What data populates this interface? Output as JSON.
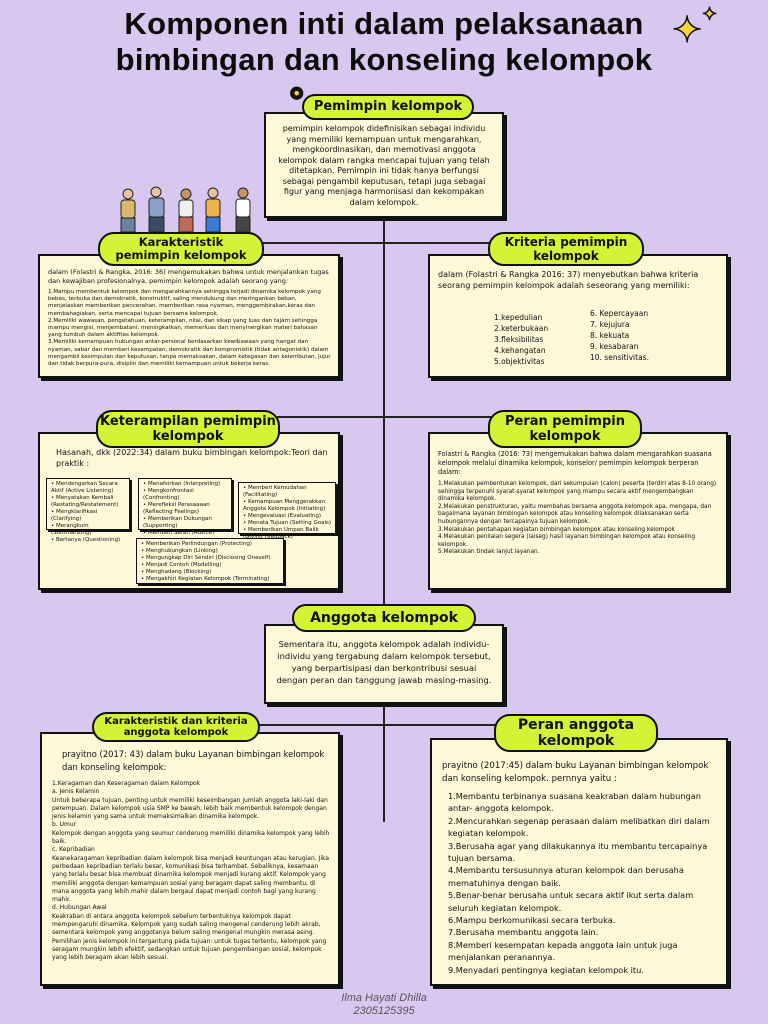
{
  "title_line1": "Komponen inti dalam pelaksanaan",
  "title_line2": "bimbingan dan konseling kelompok",
  "pemimpin": {
    "label": "Pemimpin kelompok",
    "text": "pemimpin kelompok didefinisikan sebagai individu yang memiliki kemampuan untuk mengarahkan, mengkoordinasikan, dan memotivasi anggota kelompok dalam rangka mencapai tujuan yang telah ditetapkan. Pemimpin ini tidak hanya berfungsi sebagai pengambil keputusan, tetapi juga sebagai figur yang menjaga harmonisasi dan kekompakan dalam kelompok."
  },
  "karakteristik": {
    "label1": "Karakteristik",
    "label2": "pemimpin kelompok",
    "intro": "dalam (Folastri & Rangka, 2016: 36) mengemukakan bahwa untuk menjalankan tugas dan kewajiban profesionalnya, pemimpin kelompok adalah seorang yang:",
    "items": [
      "1.Mampu membentuk kelompok dan mengarahkannya sehingga terjadi dinamika kelompok yang bebas, terbuka dan demokratik, konstruktif, saling mendukung dan meringankan beban, menjelaskan memberikan pencerahan, memberikan rasa nyaman, menggembirakan,keras dan membahagiakan, serta mencapai tujuan bersama kelompok.",
      "2.Memiliki wawasan, pengetahuan, keterampilan, nilai, dan sikap yang luas dan tajam sehingga mampu mengisi, menjembatani, meningkatkan, memerluas dan menyinergikan materi bahasan yang tumbuh dalam aktifitas kelompok.",
      "3.Memiliki kemampuan hubungan antar-personal berdasarkan kewibawaan yang hangat dan nyaman, sabar dan memberi kesempatan, demokratik dan kompromistik (tidak antagonistik) dalam mengambil kesimpulan dan keputusan, tanpa memaksakan, dalam ketegasan dan kelembutan, jujur dan tidak berpura-pura, disiplin dan memiliki kemampuan untuk bekerja keras."
    ]
  },
  "kriteria": {
    "label1": "Kriteria pemimpin",
    "label2": "kelompok",
    "intro": "dalam (Folastri & Rangka 2016: 37) menyebutkan bahwa kriteria seorang pemimpin kelompok adalah seseorang yang memiliki:",
    "left": [
      "1.kepedulian",
      "2.keterbukaan",
      "3.fleksibilitas",
      "4.kehangatan",
      "5.objektivitas"
    ],
    "right": [
      "6. Kepercayaan",
      "7. kejujura",
      "8. kekuata",
      "9. kesabaran",
      "10. sensitivitas."
    ]
  },
  "keterampilan": {
    "label1": "Keterampilan pemimpin",
    "label2": "kelompok",
    "intro": "Hasanah, dkk (2022:34) dalam buku bimbingan kelompok:Teori dan praktik :",
    "col1": [
      "Mendengarkan Secara Aktif (Active Listening)",
      "Menyatakan Kembali (Restating/Restatement)",
      "Mengklarifikasi (Clarifying)",
      "Merangkum (Summarizing)",
      "Bertanya (Questioning)"
    ],
    "col2": [
      "Menafsirkan (Interpreting)",
      "Mengkonfrontasi (Confronting)",
      "Merefleksi Perasaaaan (Reflecting Feelings)",
      "Memberikan Dukungan (Supporting)",
      "Memberi Saran (Advice)"
    ],
    "col3": [
      "Memberi Kemudahan (Facilitating)",
      "Kemampuan Menggerakkan Anggota Kelompok (Initiating)",
      "Mengevaluasi (Evaluating)",
      "Menata Tujuan (Setting Goals)",
      "Memberikan Umpan Balik (Giving Feedback)"
    ],
    "col4": [
      "Memberikan Perlindungan (Protecting)",
      "Menghubungkan (Linking)",
      "Mengungkap Diri Sendiri (Disclosing Oneself)",
      "Menjadi Contoh (Modelling)",
      "Menghadang (Blocking)",
      "Mengakhiri Kegiatan Kelompok (Terminating)"
    ]
  },
  "peran_pemimpin": {
    "label1": "Peran pemimpin",
    "label2": "kelompok",
    "intro": "Folastri & Rangka (2016: 73) mengemukakan bahwa dalam mengarahkan suasana kelompok melalui dinamika kelompok, konselor/ pemimpin kelompok berperan dalam:",
    "items": [
      "1.Melakukan pembentukan kelompok, dari sekumpulan (calon) peserta (terdiri atas 8-10 orang) sehingga terpenuhi syarat-syarat kelompok yang mampu secara aktif mengembangkan dinamika kelompok.",
      "2.Melakukan penstrukturan, yaitu membahas bersama anggota kelompok apa, mengapa, dan bagaimana layanan bimbingan kelompok atau konseling kelompok dilaksanakan serta hubungannya dengan tercapainya tujuan kelompok.",
      "3.Melakukan pentahapan kegiatan bimbingan kelompok atau konseling kelompok",
      "4.Melakukan penilaian segera (laiseg) hasil layanan bimbingan kelompok atau konseling kelompok.",
      "5.Melakukan tindak lanjut layanan."
    ]
  },
  "anggota": {
    "label": "Anggota kelompok",
    "text": "Sementara itu, anggota kelompok adalah individu-individu yang tergabung dalam kelompok tersebut, yang berpartisipasi dan berkontribusi sesuai dengan peran dan tanggung jawab masing-masing."
  },
  "karakteristik_anggota": {
    "label1": "Karakteristik dan kriteria",
    "label2": "anggota kelompok",
    "intro": "prayitno (2017: 43) dalam buku Layanan bimbingan kelompok dan konseling kelompok:",
    "lines": [
      "1.Keragaman dan Keseragaman dalam Kelompok",
      "a. Jenis Kelamin",
      "Untuk beberapa tujuan, penting untuk memiliki keseimbangan jumlah anggota laki-laki dan perempuan. Dalam kelompok usia SMP ke bawah, lebih baik membentuk kelompok dengan jenis kelamin yang sama untuk memaksimalkan dinamika kelompok.",
      "b. Umur",
      "Kelompok dengan anggota yang seumur cenderung memiliki dinamika kelompok yang lebih baik.",
      "c. Kepribadian",
      "Keanekaragaman kepribadian dalam kelompok bisa menjadi keuntungan atau kerugian. Jika perbedaan kepribadian terlalu besar, komunikasi bisa terhambat. Sebaliknya, kesamaan yang terlalu besar bisa membuat dinamika kelompok menjadi kurang aktif. Kelompok yang memiliki anggota dengan kemampuan sosial yang beragam dapat saling membantu, di mana anggota yang lebih mahir dalam bergaul dapat menjadi contoh bagi yang kurang mahir.",
      "d. Hubungan Awal",
      "Keakraban di antara anggota kelompok sebelum terbentuknya kelompok dapat mempengaruhi dinamika. Kelompok yang sudah saling mengenal cenderung lebih akrab, sementara kelompok yang anggotanya belum saling mengenal mungkin merasa asing. Pemilihan jenis kelompok ini tergantung pada tujuan: untuk tugas tertentu, kelompok yang seragam mungkin lebih efektif, sedangkan untuk tujuan pengembangan sosial, kelompok yang lebih beragam akan lebih sesuai."
    ]
  },
  "peran_anggota": {
    "label1": "Peran anggota",
    "label2": "kelompok",
    "intro": "prayitno (2017:45) dalam buku Layanan bimbingan kelompok dan konseling kelompok. pernnya yaitu :",
    "items": [
      "1.Membantu terbinanya suasana keakraban dalam hubungan antar- anggota kelompok.",
      "2.Mencurahkan segenap perasaan dalam melibatkan diri dalam kegiatan kelompok.",
      "3.Berusaha agar yang dilakukannya itu membantu tercapainya tujuan bersama.",
      "4.Membantu tersusunnya aturan kelompok dan berusaha mematuhinya dengan baik.",
      "5.Benar-benar berusaha untuk secara aktif ikut serta dalam seluruh kegiatan kelompok.",
      "6.Mampu berkomunikasi secara terbuka.",
      "7.Berusaha membantu anggota lain.",
      "8.Memberi kesempatan kepada anggota lain untuk juga menjalankan peranannya.",
      "9.Menyadari pentingnya kegiatan kelompok itu."
    ]
  },
  "author": {
    "name": "Ilma Hayati Dhilla",
    "nim": "2305125395"
  },
  "colors": {
    "background": "#d8c8f0",
    "pill": "#d4f236",
    "box": "#fdf9d8",
    "star": "#f7d23d"
  }
}
